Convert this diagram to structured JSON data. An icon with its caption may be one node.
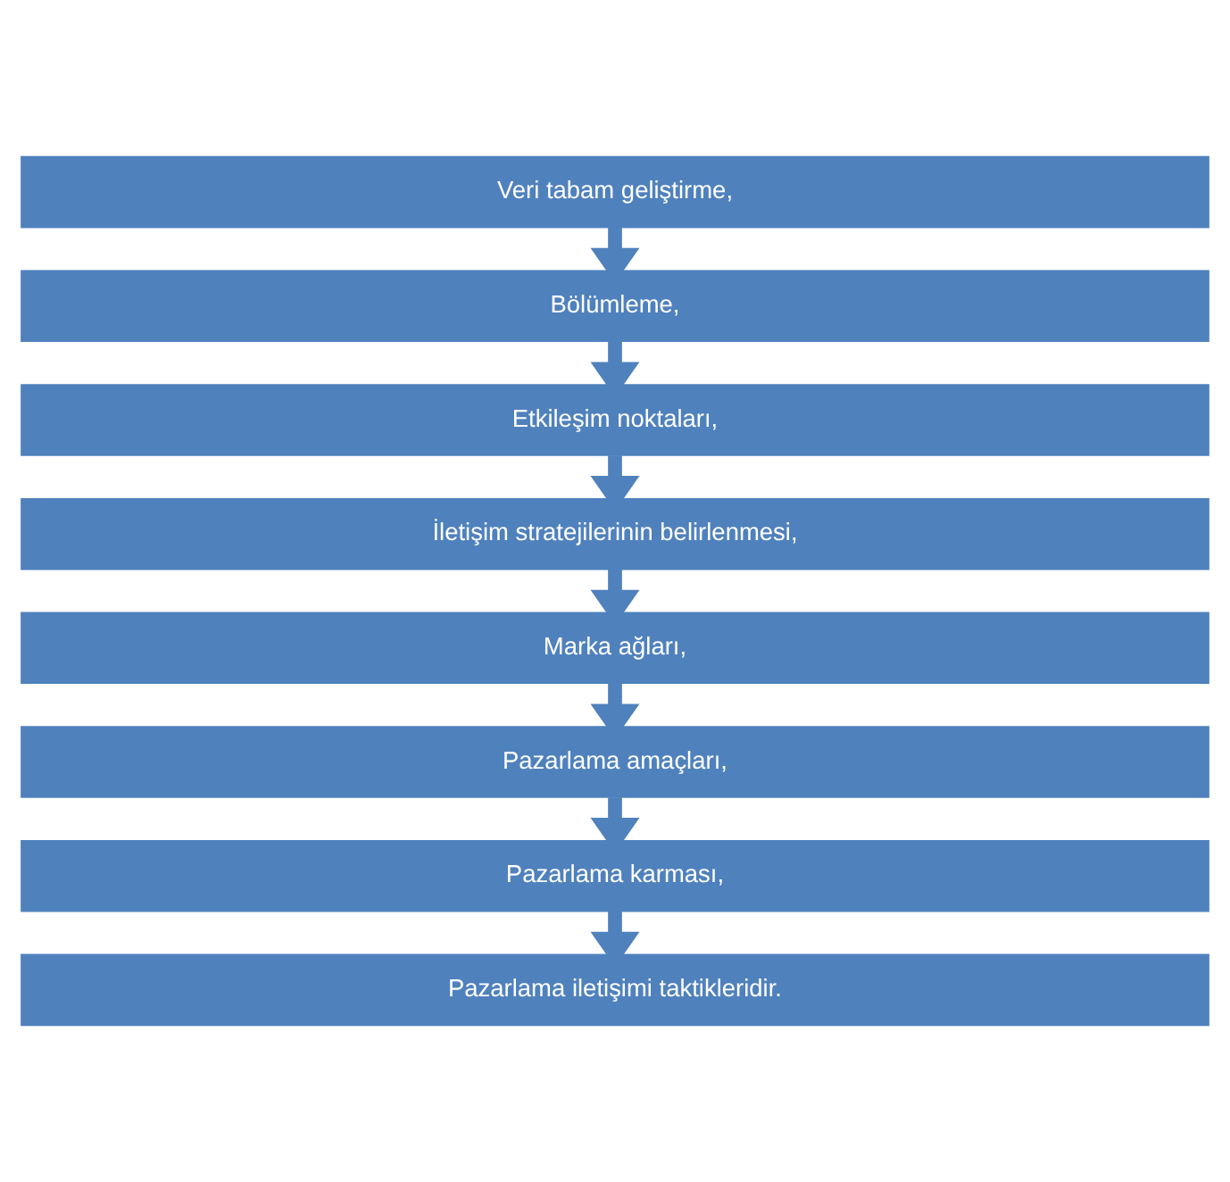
{
  "diagram": {
    "nodes": [
      {
        "text": [
          "Veri tabam geliştirme,"
        ]
      },
      {
        "text": [
          "Bölümleme,"
        ]
      },
      {
        "text": [
          "Etkileşim noktaları,"
        ]
      },
      {
        "text": [
          "İletişim stratejilerinin belirlenmesi,"
        ]
      },
      {
        "text": [
          "Marka ağları,"
        ]
      },
      {
        "text": [
          "Pazarlama amaçları,"
        ]
      },
      {
        "text": [
          "Pazarlama karması,"
        ]
      },
      {
        "text": [
          "Pazarlama iletişimi taktikleridir."
        ]
      }
    ],
    "edges": [
      {
        "from": 0,
        "to": 1,
        "arrow": "to"
      },
      {
        "from": 1,
        "to": 2,
        "arrow": "to"
      },
      {
        "from": 2,
        "to": 3,
        "arrow": "to"
      },
      {
        "from": 3,
        "to": 4,
        "arrow": "to"
      },
      {
        "from": 4,
        "to": 5,
        "arrow": "to"
      },
      {
        "from": 5,
        "to": 6,
        "arrow": "to"
      },
      {
        "from": 6,
        "to": 7,
        "arrow": "to"
      }
    ]
  }
}
